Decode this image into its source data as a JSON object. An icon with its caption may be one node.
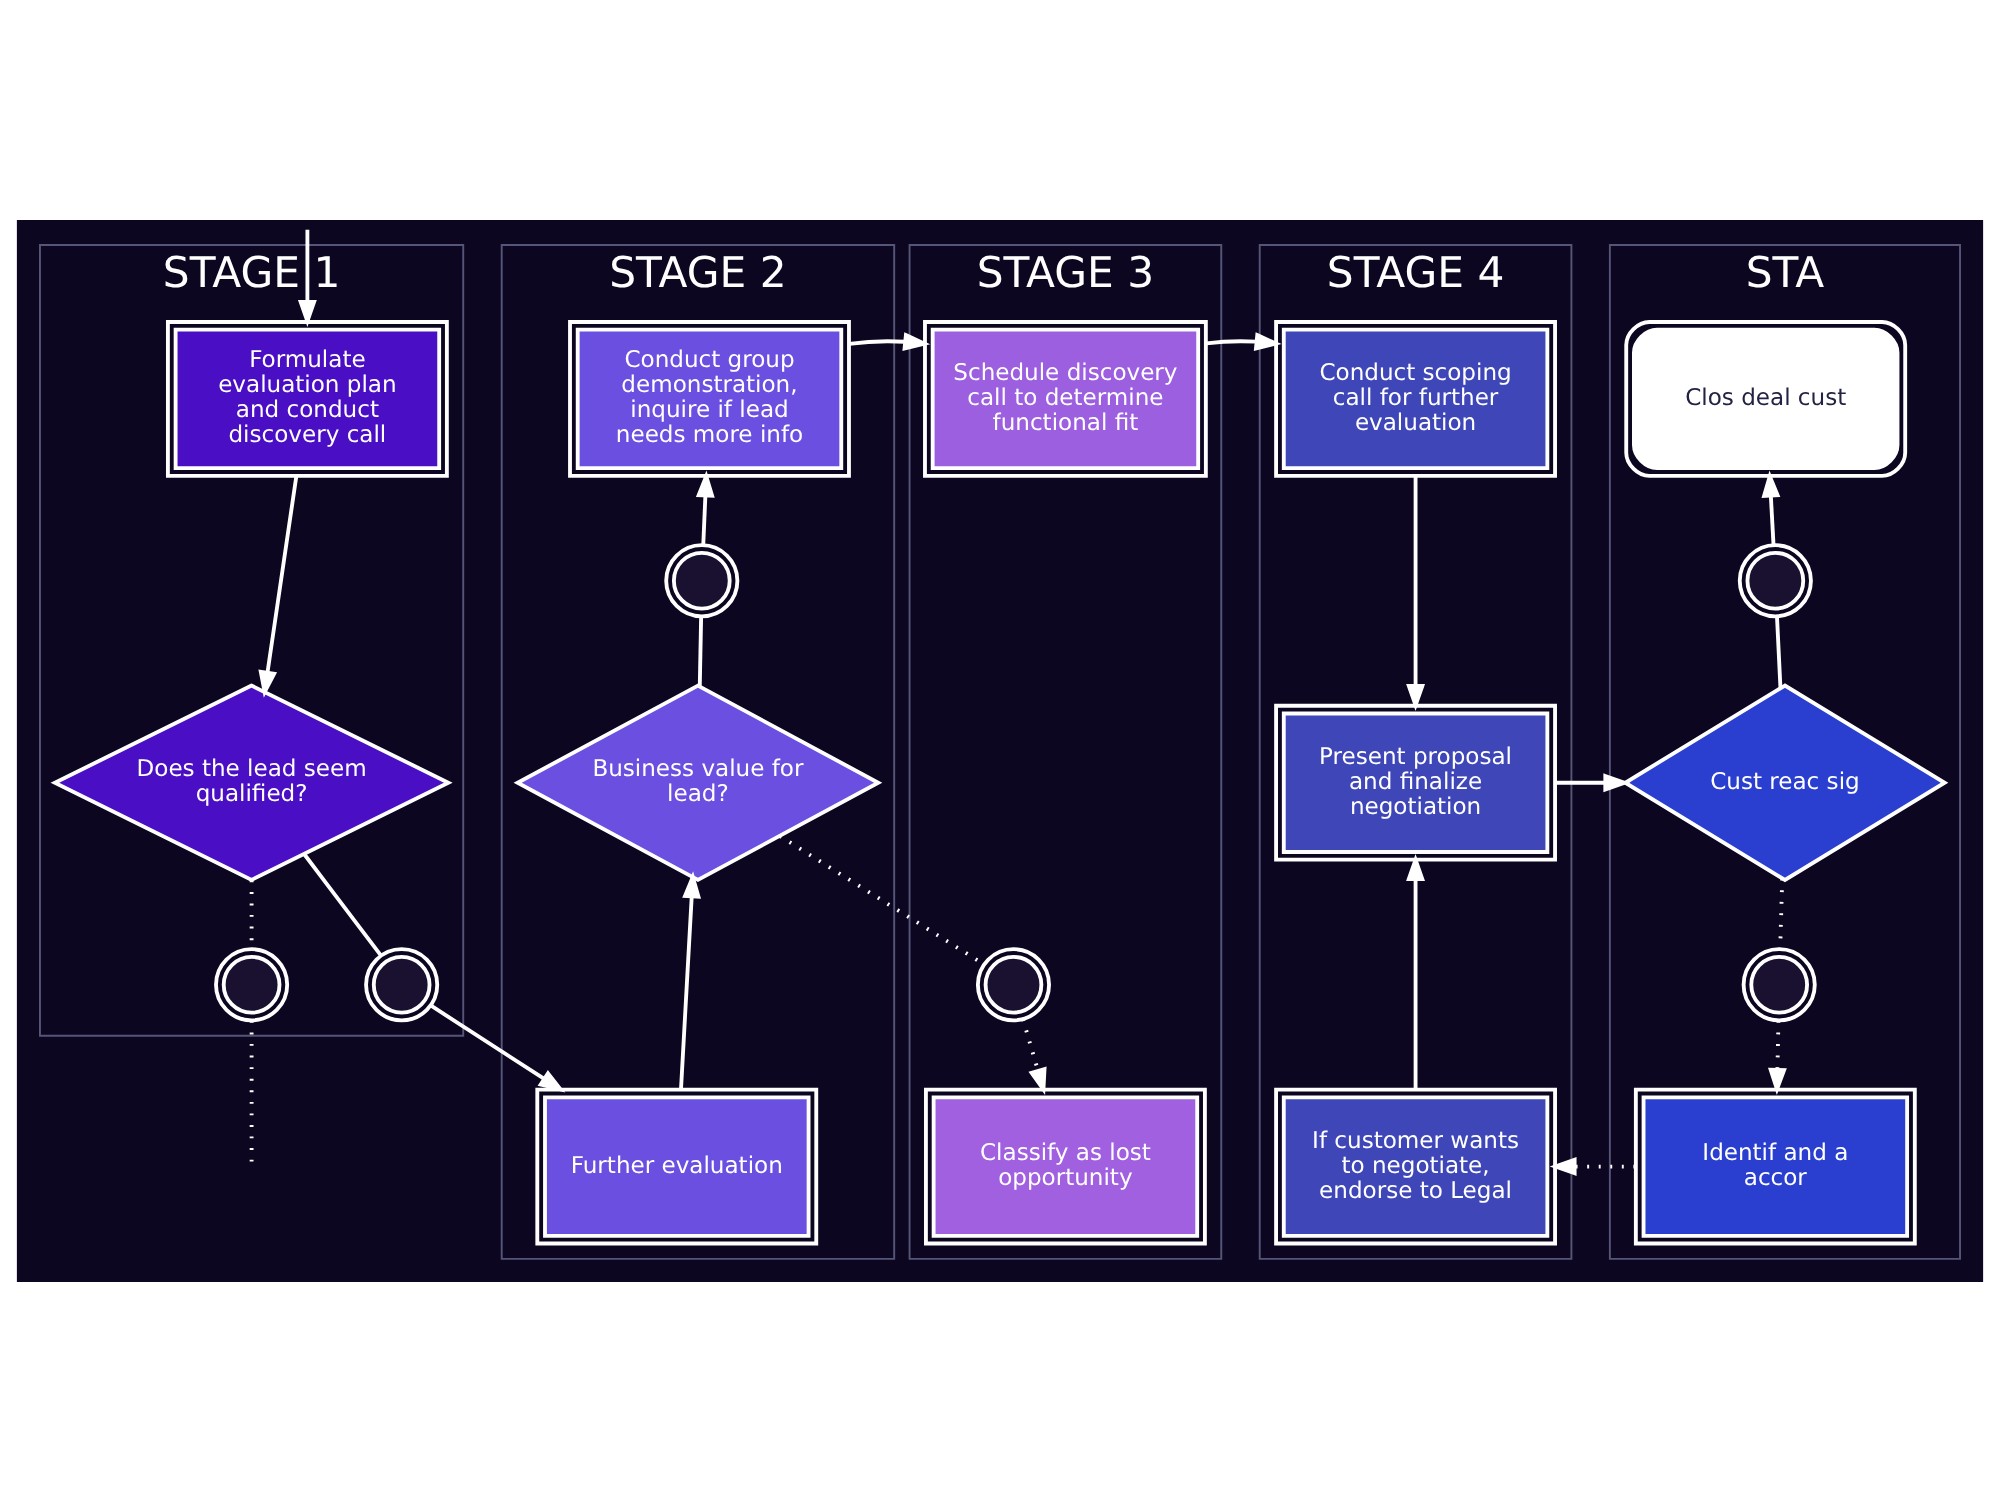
{
  "diagram": {
    "nodes": [
      {
        "text": [
          "STAGE 1"
        ]
      },
      {
        "text": [
          "STAGE 2"
        ]
      },
      {
        "text": [
          "STAGE 3"
        ]
      },
      {
        "text": [
          "STAGE 4"
        ]
      },
      {
        "text": [
          "STA"
        ]
      },
      {
        "text": [
          "Formulate evaluation plan and conduct discovery call"
        ],
        "in": 0
      },
      {
        "text": [
          "Conduct group demonstration, inquire if lead needs more info"
        ],
        "in": 1
      },
      {
        "text": [
          "Schedule discovery call to determine functional fit"
        ],
        "in": 2
      },
      {
        "text": [
          "Conduct scoping call for further evaluation"
        ],
        "in": 3
      },
      {
        "text": [
          "Clos deal cust"
        ],
        "in": 4
      },
      {
        "text": [],
        "shape": "circle",
        "in": 1
      },
      {
        "text": [],
        "shape": "circle",
        "in": 4
      },
      {
        "text": [
          "Does the lead seem qualified?"
        ],
        "in": 0
      },
      {
        "text": [
          "Business value for lead?"
        ],
        "in": 1
      },
      {
        "text": [
          "Present proposal and finalize negotiation"
        ],
        "in": 3
      },
      {
        "text": [
          "Cust reac sig"
        ],
        "in": 4
      },
      {
        "text": [],
        "shape": "circle",
        "in": 0
      },
      {
        "text": [],
        "shape": "circle",
        "in": 0
      },
      {
        "text": [],
        "shape": "circle",
        "in": 2
      },
      {
        "text": [],
        "shape": "circle",
        "in": 4
      },
      {
        "text": [
          "Further evaluation"
        ],
        "in": 1
      },
      {
        "text": [
          "Classify as lost opportunity"
        ],
        "in": 2
      },
      {
        "text": [
          "If customer wants to negotiate, endorse to Legal"
        ],
        "in": 3
      },
      {
        "text": [
          "Identif and a accor"
        ],
        "in": 4
      }
    ],
    "edges": [
      {
        "from": null,
        "to": 5,
        "arrow": "to"
      },
      {
        "from": 5,
        "to": 12,
        "arrow": "to"
      },
      {
        "from": 12,
        "to": 16,
        "arrow": "none",
        "style": "dashed"
      },
      {
        "from": 16,
        "to": null,
        "arrow": "none",
        "style": "dashed"
      },
      {
        "from": 12,
        "to": 17,
        "arrow": "none"
      },
      {
        "from": 17,
        "to": 20,
        "arrow": "to"
      },
      {
        "from": 20,
        "to": 13,
        "arrow": "to"
      },
      {
        "from": 13,
        "to": 10,
        "arrow": "none"
      },
      {
        "from": 10,
        "to": 6,
        "arrow": "to"
      },
      {
        "from": 6,
        "to": 7,
        "arrow": "to"
      },
      {
        "from": 13,
        "to": 18,
        "arrow": "none",
        "style": "dashed"
      },
      {
        "from": 18,
        "to": 21,
        "arrow": "to",
        "style": "dashed"
      },
      {
        "from": 7,
        "to": 8,
        "arrow": "to"
      },
      {
        "from": 8,
        "to": 14,
        "arrow": "to"
      },
      {
        "from": 22,
        "to": 14,
        "arrow": "to"
      },
      {
        "from": 14,
        "to": 15,
        "arrow": "to"
      },
      {
        "from": 15,
        "to": 11,
        "arrow": "none"
      },
      {
        "from": 11,
        "to": 9,
        "arrow": "to"
      },
      {
        "from": 15,
        "to": 19,
        "arrow": "none",
        "style": "dashed"
      },
      {
        "from": 19,
        "to": 23,
        "arrow": "to",
        "style": "dashed"
      },
      {
        "from": 23,
        "to": 22,
        "arrow": "to",
        "style": "dashed"
      }
    ]
  }
}
